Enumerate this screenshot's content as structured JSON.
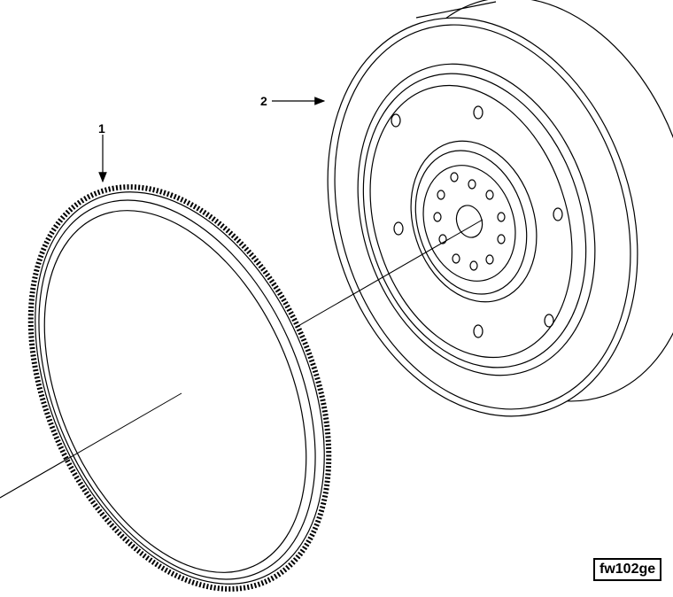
{
  "callouts": [
    {
      "number": "1",
      "part": "ring-gear"
    },
    {
      "number": "2",
      "part": "flywheel"
    }
  ],
  "figure_id": "fw102ge"
}
